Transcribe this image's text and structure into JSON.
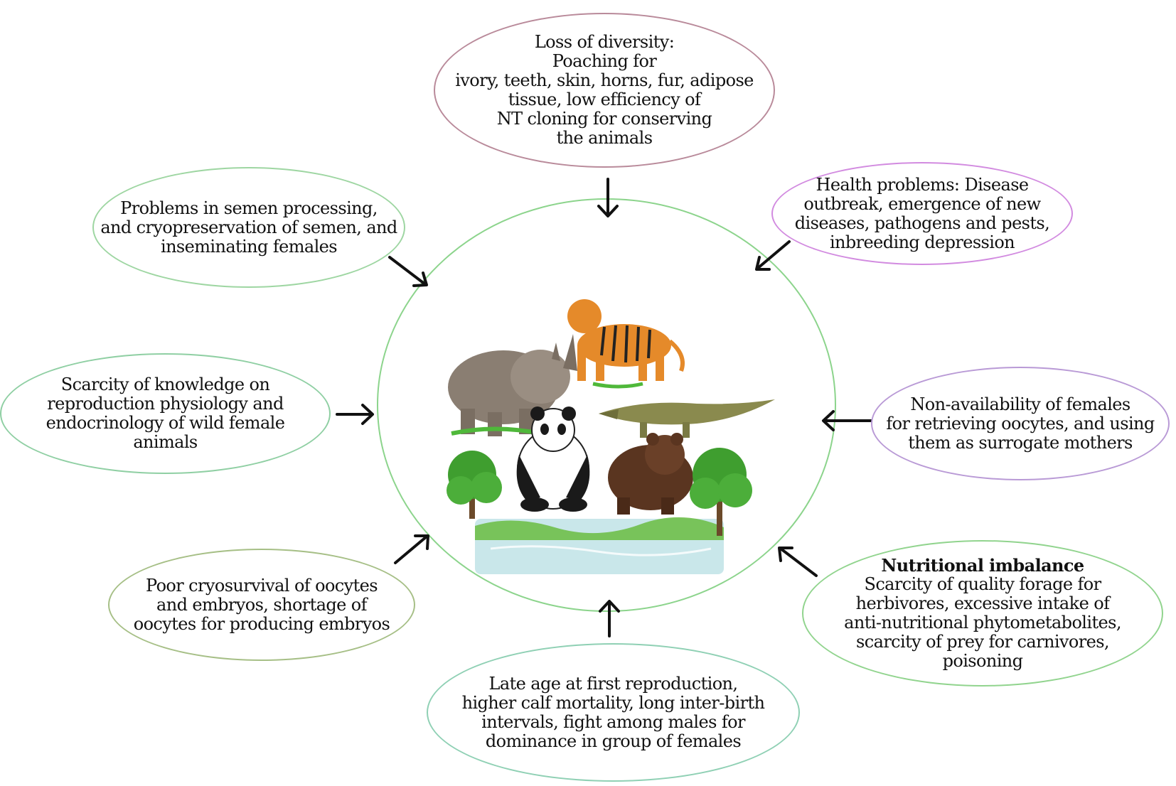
{
  "bubbles": {
    "top": {
      "lines": [
        "Loss of diversity:",
        "Poaching for",
        "ivory, teeth, skin, horns, fur, adipose",
        "tissue, low efficiency of",
        "NT cloning for conserving",
        "the animals"
      ]
    },
    "upper_left": {
      "lines": [
        "Problems in semen processing,",
        "and cryopreservation of semen, and",
        "inseminating females"
      ]
    },
    "upper_right": {
      "lines": [
        "Health problems: Disease",
        "outbreak, emergence of new",
        "diseases, pathogens and pests,",
        "inbreeding depression"
      ]
    },
    "left": {
      "lines": [
        "Scarcity of knowledge on",
        "reproduction physiology and",
        "endocrinology of wild female",
        "animals"
      ]
    },
    "right": {
      "lines": [
        "Non-availability of females",
        "for retrieving oocytes, and using",
        "them as surrogate mothers"
      ]
    },
    "lower_left": {
      "lines": [
        "Poor cryosurvival of oocytes",
        "and embryos, shortage of",
        "oocytes for producing embryos"
      ]
    },
    "lower_right": {
      "heading": "Nutritional imbalance",
      "lines": [
        "Scarcity of quality forage for",
        "herbivores, excessive intake of",
        "anti-nutritional phytometabolites,",
        "scarcity of prey for carnivores,",
        "poisoning"
      ]
    },
    "bottom": {
      "lines": [
        "Late age at first reproduction,",
        "higher calf mortality, long inter-birth",
        "intervals, fight among males for",
        "dominance in group of females"
      ]
    }
  },
  "colors": {
    "center_circle": "#8cd48c",
    "arrow": "#111111",
    "tiger": "#e58a2a",
    "rhino": "#8a7e72",
    "crocodile": "#8a8a4e",
    "panda": "#1a1a1a",
    "bear": "#5a3520",
    "tree": "#3f9e2f",
    "water": "#bfe3e6"
  },
  "icons": [
    "rhino-icon",
    "tiger-icon",
    "crocodile-icon",
    "panda-icon",
    "bear-icon",
    "tree-icon",
    "water-icon"
  ]
}
